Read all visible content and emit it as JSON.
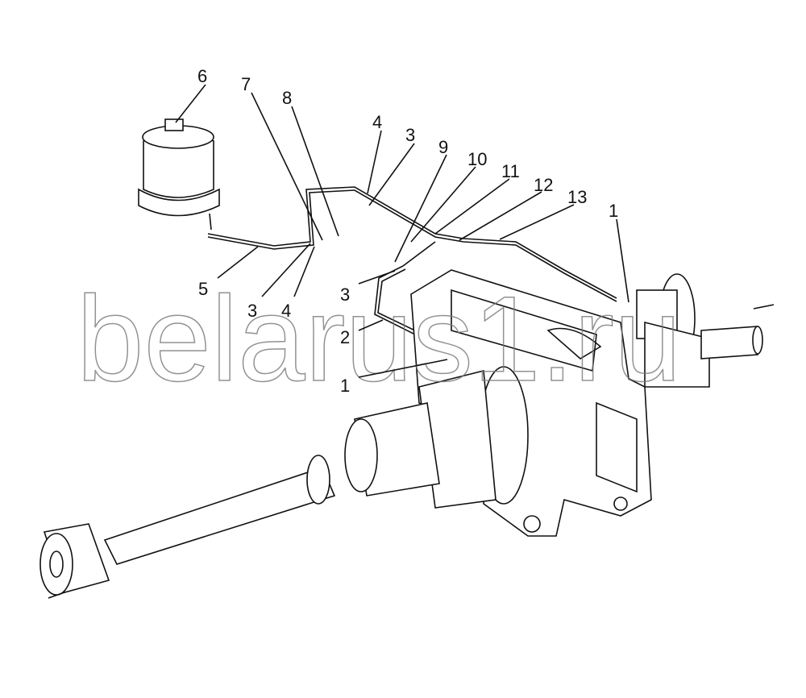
{
  "diagram": {
    "watermark": "belarus1.ru",
    "callouts": [
      {
        "label": "6"
      },
      {
        "label": "7"
      },
      {
        "label": "8"
      },
      {
        "label": "4"
      },
      {
        "label": "3"
      },
      {
        "label": "9"
      },
      {
        "label": "10"
      },
      {
        "label": "11"
      },
      {
        "label": "12"
      },
      {
        "label": "13"
      },
      {
        "label": "1"
      },
      {
        "label": "5"
      },
      {
        "label": "3"
      },
      {
        "label": "4"
      },
      {
        "label": "3"
      },
      {
        "label": "2"
      },
      {
        "label": "1"
      }
    ]
  }
}
